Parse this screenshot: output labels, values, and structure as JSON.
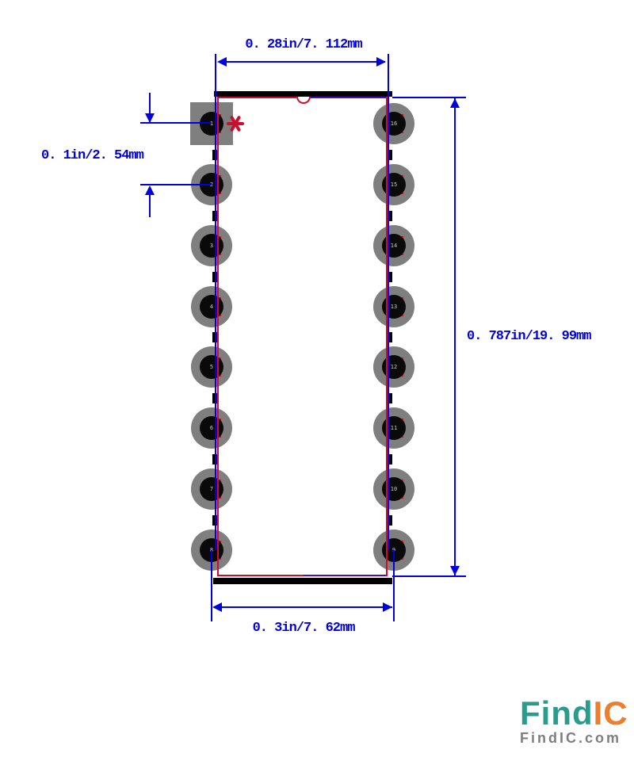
{
  "diagram": {
    "pins_left": [
      "1",
      "2",
      "3",
      "4",
      "5",
      "6",
      "7",
      "8"
    ],
    "pins_right": [
      "16",
      "15",
      "14",
      "13",
      "12",
      "11",
      "10",
      "9"
    ]
  },
  "dimensions": {
    "top_label": "0. 28in/7. 112mm",
    "left_label": "0. 1in/2. 54mm",
    "right_label": "0. 787in/19. 99mm",
    "bottom_label": "0. 3in/7. 62mm"
  },
  "colors": {
    "dimension_blue": "#0000e0",
    "silkscreen_red": "#cc0e2e",
    "overlap_purple": "#4e0ac8",
    "pad_gray": "#7f7f7f",
    "hole_black": "#0a0a0a",
    "logo_teal": "#2a9c8c",
    "logo_orange": "#ee7d2d",
    "logo_gray": "#7e7e7e"
  },
  "logo": {
    "brand_part1": "Find",
    "brand_part2": "IC",
    "tagline": "FindIC.com"
  }
}
